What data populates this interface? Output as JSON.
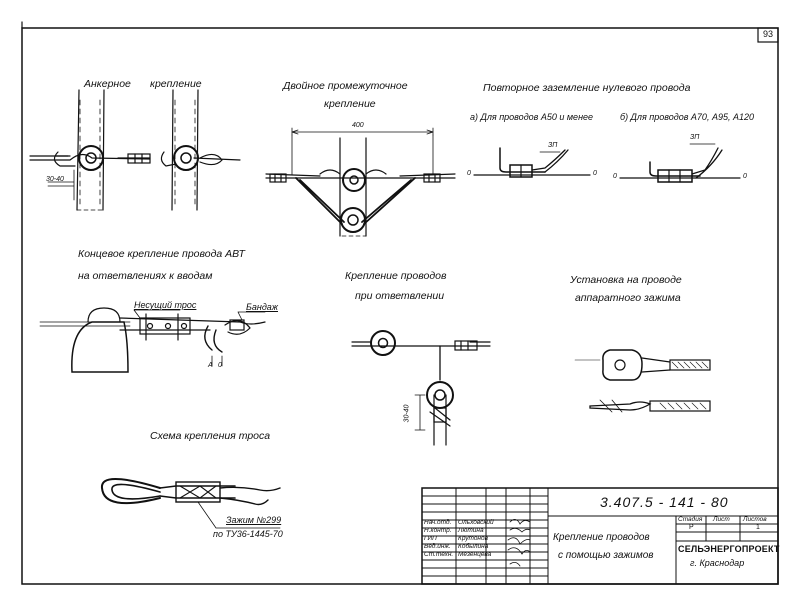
{
  "sheet": {
    "page_number": "93"
  },
  "sections": {
    "anchor": {
      "title1": "Анкерное",
      "title2": "крепление",
      "dim": "30-40"
    },
    "double": {
      "title1": "Двойное  промежуточное",
      "title2": "крепление",
      "dim": "400"
    },
    "grounding": {
      "title": "Повторное  заземление  нулевого  провода",
      "sub_a": "а) Для проводов А50 и менее",
      "sub_b": "б) Для проводов А70, А95, А120",
      "label_zp": "ЗП",
      "label_zero": "0"
    },
    "end": {
      "title1": "Концевое  крепление  провода  АВТ",
      "title2": "на  ответвлениях  к  вводам",
      "label_cable": "Несущий  трос",
      "label_bandage": "Бандаж",
      "label_phase": "А",
      "label_zero": "0"
    },
    "branch": {
      "title1": "Крепление  проводов",
      "title2": "при  ответвлении",
      "dim": "30-40"
    },
    "clamp": {
      "title1": "Установка  на  проводе",
      "title2": "аппаратного  зажима"
    },
    "cable": {
      "title": "Схема  крепления  троса",
      "label1": "Зажим №299",
      "label2": "по ТУ36-1445-70"
    }
  },
  "title_block": {
    "doc_code": "3.407.5 - 141 - 80",
    "name1": "Крепление  проводов",
    "name2": "с помощью  зажимов",
    "col_stage": "Стадия",
    "col_sheet": "Лист",
    "col_sheets": "Листов",
    "stage": "Р",
    "sheet": "",
    "sheets": "1",
    "org1": "СЕЛЬЭНЕРГОПРОЕКТ",
    "org2": "г. Краснодар",
    "roles": [
      {
        "role": "Нач.отд.",
        "name": "Ольховский"
      },
      {
        "role": "Н.контр.",
        "name": "Лютина"
      },
      {
        "role": "ГИП",
        "name": "Крутонов"
      },
      {
        "role": "Вед.инж.",
        "name": "Кобылина"
      },
      {
        "role": "Ст.техн.",
        "name": "Мезенцева"
      }
    ]
  },
  "colors": {
    "ink": "#111111",
    "paper": "#ffffff"
  }
}
